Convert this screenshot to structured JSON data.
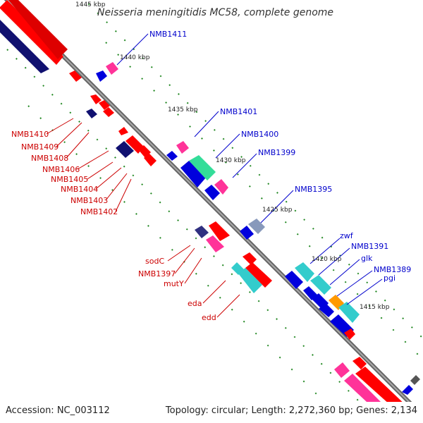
{
  "header": {
    "title": "Neisseria meningitidis MC58, complete genome"
  },
  "footer": {
    "accession": "Accession: NC_003112",
    "summary": "Topology: circular; Length: 2,272,360 bp; Genes: 2,134"
  },
  "ruler": {
    "ticks": [
      "1445 kbp",
      "1440 kbp",
      "1435 kbp",
      "1430 kbp",
      "1425 kbp",
      "1420 kbp",
      "1415 kbp"
    ]
  },
  "genes_reverse": [
    "NMB1410",
    "NMB1409",
    "NMB1408",
    "NMB1406",
    "NMB1405",
    "NMB1404",
    "NMB1403",
    "NMB1402",
    "sodC",
    "NMB1397",
    "mutY",
    "eda",
    "edd"
  ],
  "genes_forward": [
    "NMB1411",
    "NMB1401",
    "NMB1400",
    "NMB1399",
    "NMB1395",
    "zwf",
    "NMB1391",
    "glk",
    "NMB1389",
    "pgi"
  ],
  "colors": {
    "reverse_label": "#cc0000",
    "forward_label": "#0000cc",
    "backbone": "#888888",
    "gene_red": "#ff0000",
    "gene_navy": "#101070",
    "gene_blue": "#0000dd",
    "gene_magenta": "#ff3399",
    "gene_cyan": "#33cccc",
    "gene_green": "#33dd99",
    "gene_orange": "#ff9900",
    "tick_green": "#228822"
  }
}
